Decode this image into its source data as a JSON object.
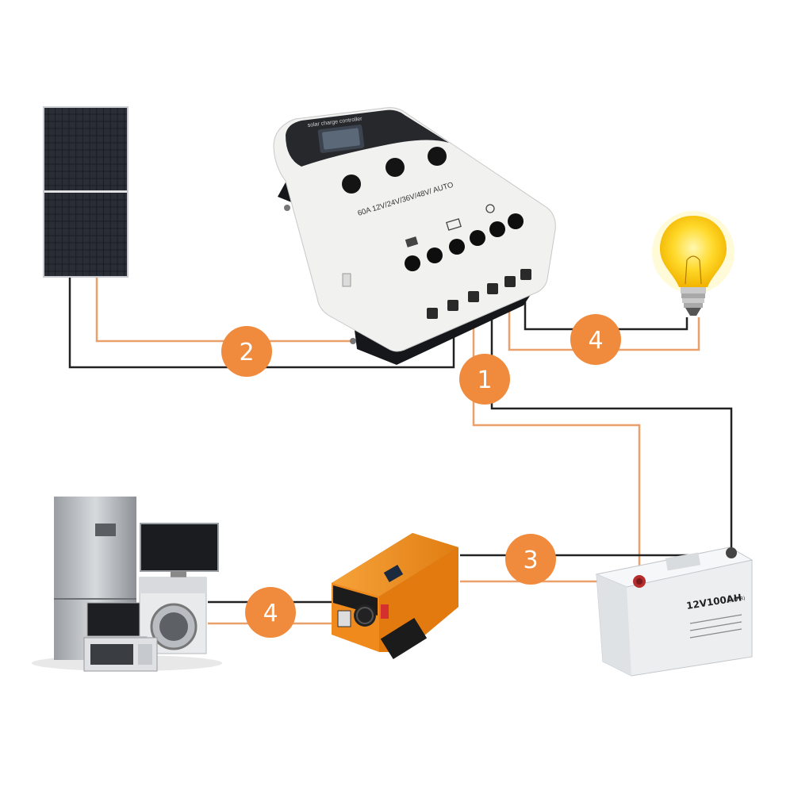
{
  "colors": {
    "background": "#ffffff",
    "orange_wire": "#e9a06b",
    "black_wire": "#222222",
    "badge": "#f08a3c",
    "controller_body": "#f2f2f2",
    "inverter": "#f29422"
  },
  "badges": {
    "pv_input": "2",
    "battery_link": "1",
    "dc_load": "4",
    "inverter_battery": "3",
    "ac_load": "4"
  },
  "controller": {
    "panel_text": "solar charge controller",
    "rating": "60A 12V/24V/36V/48V/ AUTO"
  },
  "battery": {
    "label": "12V100AH",
    "label_suffix": "(10HR)"
  },
  "icons": [
    "solar-panel-icon",
    "light-bulb-icon",
    "charge-controller-icon",
    "battery-icon",
    "inverter-icon",
    "appliances-icon"
  ]
}
